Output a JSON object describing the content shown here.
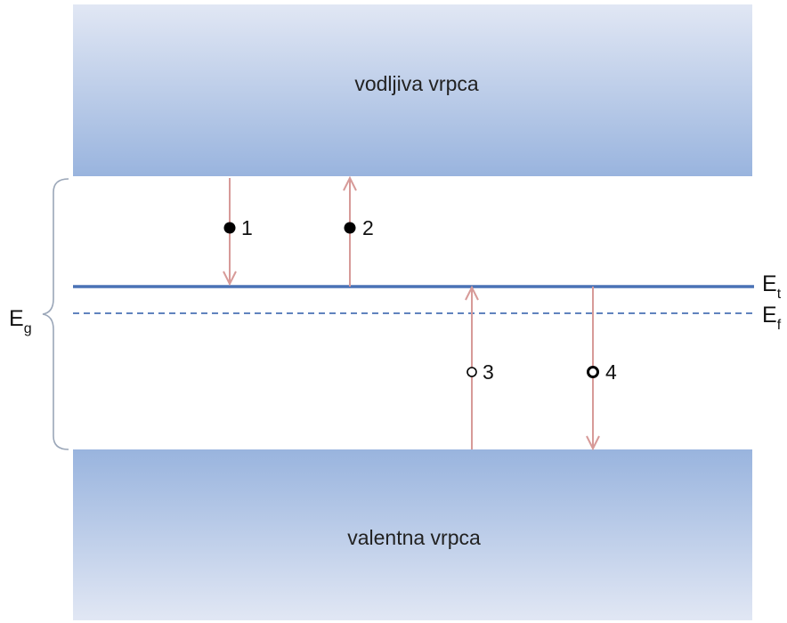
{
  "bands": {
    "conduction_label": "vodljiva vrpca",
    "valence_label": "valentna vrpca"
  },
  "gap": {
    "symbol": "E",
    "subscript": "g"
  },
  "levels": {
    "trap": {
      "symbol": "E",
      "subscript": "t"
    },
    "fermi": {
      "symbol": "E",
      "subscript": "f"
    }
  },
  "transitions": [
    {
      "number": "1",
      "direction": "down",
      "carrier": "electron"
    },
    {
      "number": "2",
      "direction": "up",
      "carrier": "electron"
    },
    {
      "number": "3",
      "direction": "up",
      "carrier": "hole"
    },
    {
      "number": "4",
      "direction": "down",
      "carrier": "hole"
    }
  ],
  "colors": {
    "band_top": "#dfe6f4",
    "band_bottom": "#9bb5de",
    "level_line": "#4a72b5",
    "arrow": "#d79a98",
    "bracket": "#9aa6b8"
  }
}
